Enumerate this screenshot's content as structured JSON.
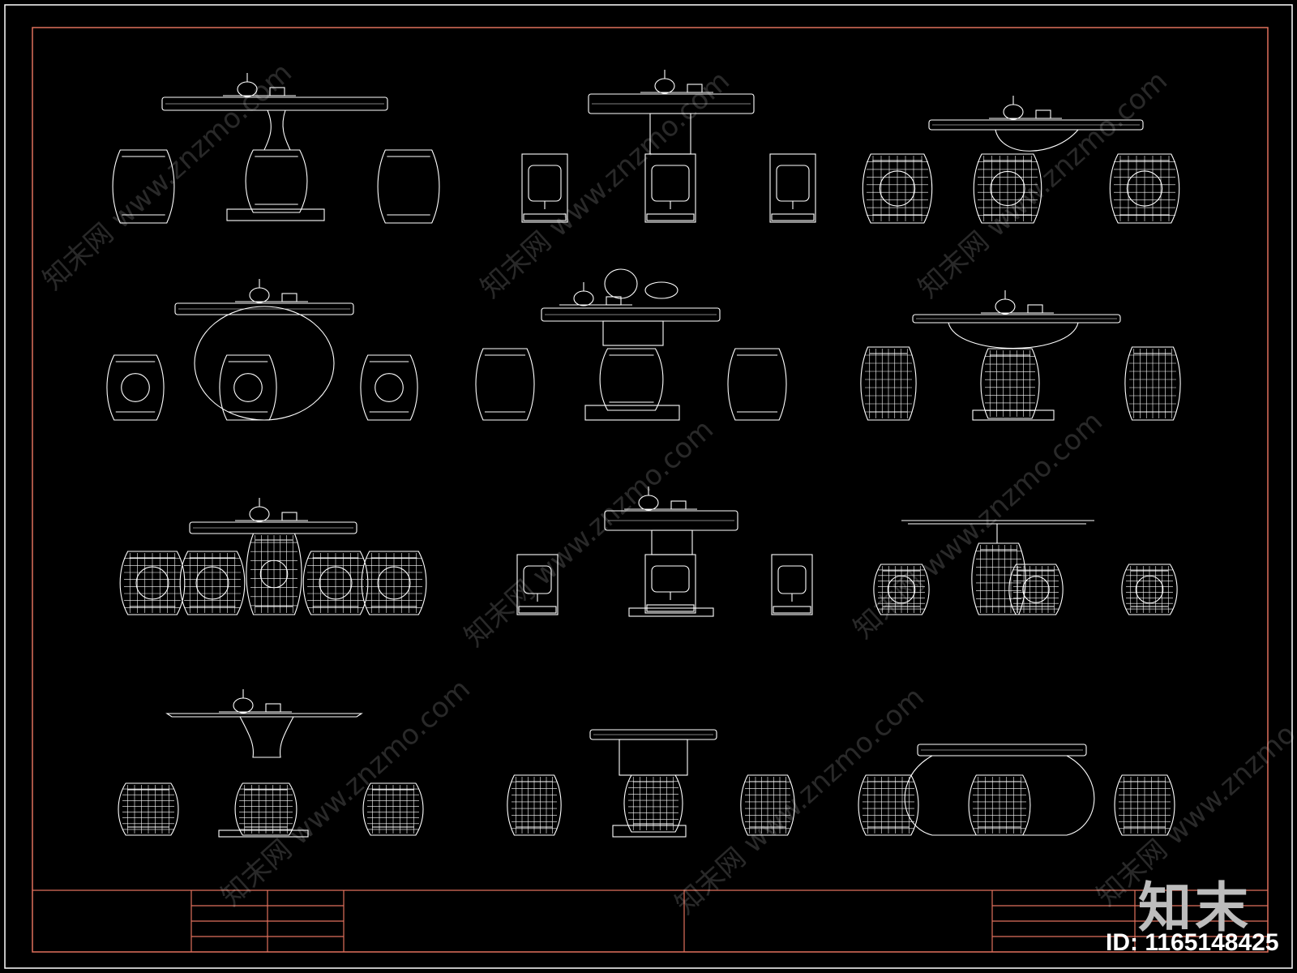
{
  "drawing": {
    "line_color": "#ffffff",
    "frame_color": "#e0705c",
    "background": "#000000",
    "rows": [
      [
        "tea-set-1",
        "tea-set-2",
        "tea-set-3"
      ],
      [
        "tea-set-4",
        "tea-set-5",
        "tea-set-6"
      ],
      [
        "tea-set-7",
        "tea-set-8",
        "tea-set-9"
      ],
      [
        "tea-set-10",
        "tea-set-11",
        "tea-set-12"
      ]
    ]
  },
  "watermark": {
    "text_domain": "www.znzmo.com",
    "text_cn": "知末网"
  },
  "logo": {
    "text": "知末"
  },
  "id_label": {
    "text": "ID: 1165148425"
  }
}
